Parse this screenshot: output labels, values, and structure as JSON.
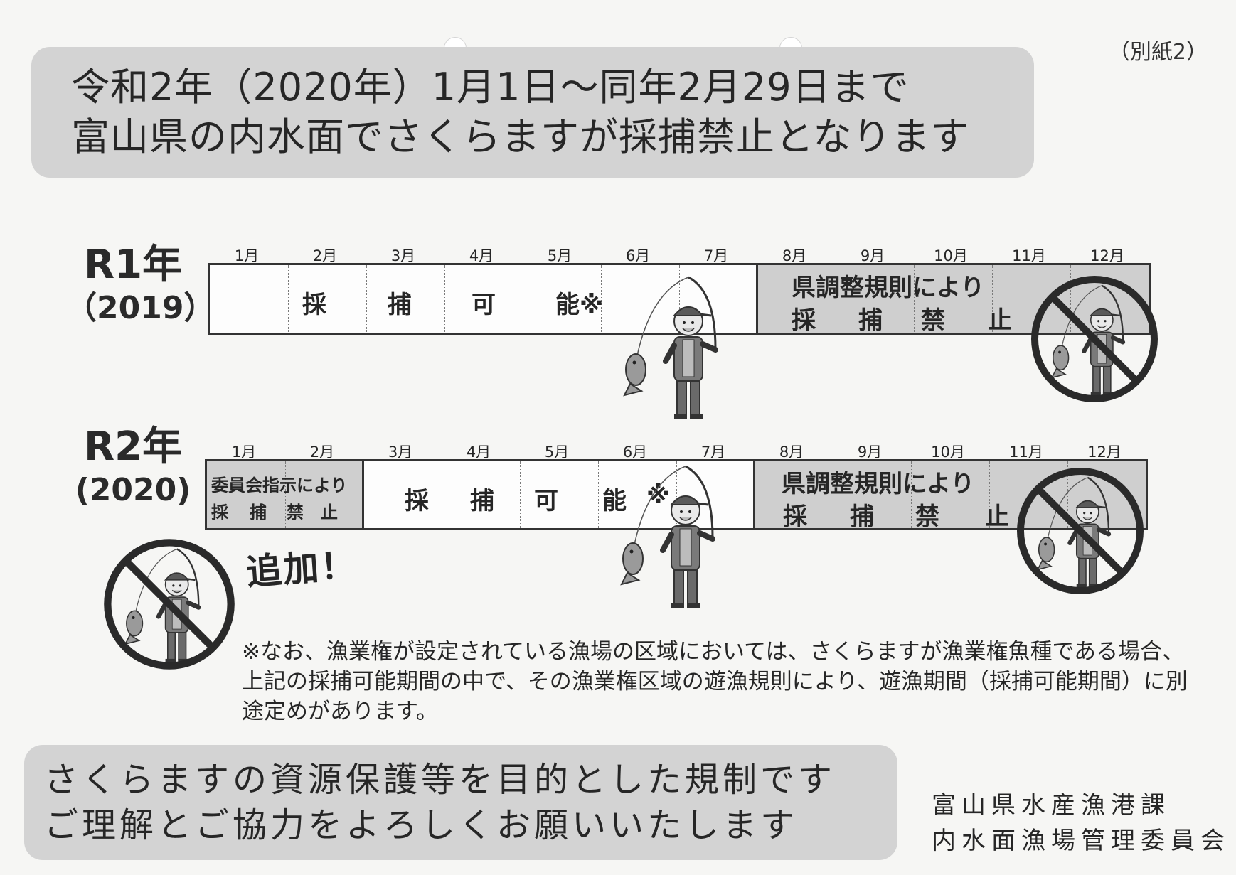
{
  "annex_label": "（別紙2）",
  "headline": {
    "line1": "令和2年（2020年）1月1日～同年2月29日まで",
    "line2": "富山県の内水面でさくらますが採捕禁止となります"
  },
  "months": [
    "1月",
    "2月",
    "3月",
    "4月",
    "5月",
    "6月",
    "7月",
    "8月",
    "9月",
    "10月",
    "11月",
    "12月"
  ],
  "r1": {
    "era": "R1年",
    "year": "（2019）",
    "open_chars": [
      "採",
      "捕",
      "可",
      "能※"
    ],
    "ban_line1": "県調整規則により",
    "ban_chars": [
      "採",
      "捕",
      "禁",
      "止"
    ]
  },
  "r2": {
    "era": "R2年",
    "year": "(2020)",
    "early_line1": "委員会指示により",
    "early_chars": [
      "採",
      "捕",
      "禁",
      "止"
    ],
    "open_chars": [
      "採",
      "捕",
      "可",
      "能",
      "※"
    ],
    "ban_line1": "県調整規則により",
    "ban_chars": [
      "採",
      "捕",
      "禁",
      "止"
    ]
  },
  "added_label": "追加！",
  "note": "※なお、漁業権が設定されている漁場の区域においては、さくらますが漁業権魚種である場合、上記の採捕可能期間の中で、その漁業権区域の遊漁規則により、遊漁期間（採捕可能期間）に別途定めがあります。",
  "footer": {
    "line1": "さくらますの資源保護等を目的とした規制です",
    "line2": "ご理解とご協力をよろしくお願いいたします"
  },
  "organization": {
    "line1": "富山県水産漁港課",
    "line2": "内水面漁場管理委員会"
  },
  "icons": {
    "fisherman": "fisherman-illustration",
    "prohibited": "no-fishing-icon"
  },
  "colors": {
    "banner": "#d3d3d3",
    "ban_period": "#cfcfcf",
    "ink": "#262626"
  }
}
